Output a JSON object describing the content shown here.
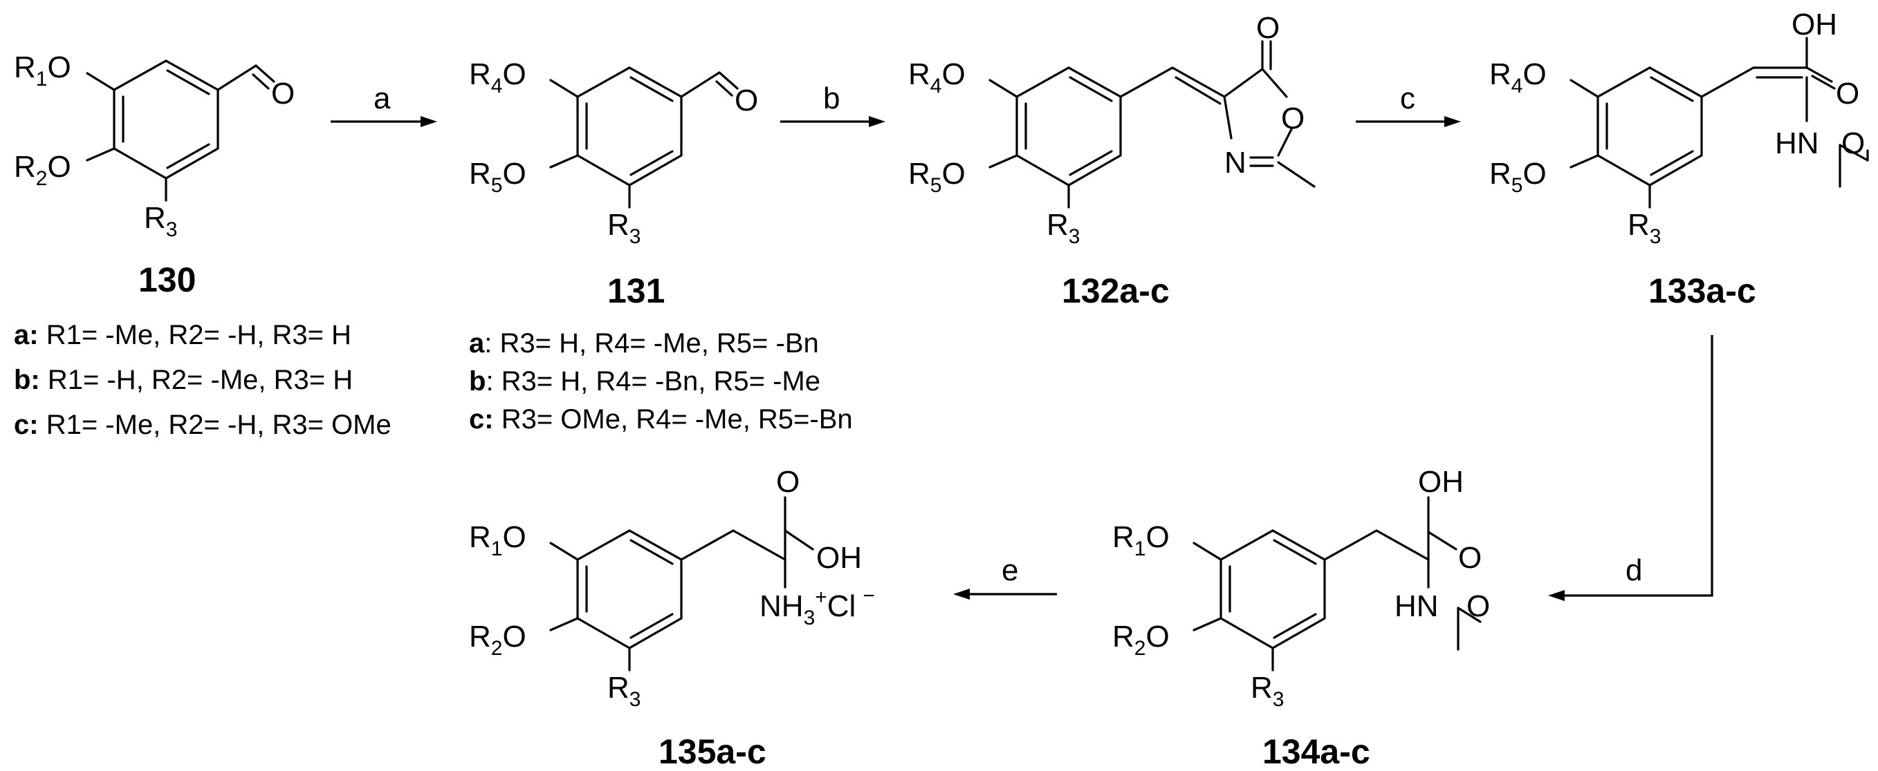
{
  "compounds": {
    "c130": "130",
    "c131": "131",
    "c132": "132a-c",
    "c133": "133a-c",
    "c134": "134a-c",
    "c135": "135a-c"
  },
  "reagents": {
    "a": "a",
    "b": "b",
    "c": "c",
    "d": "d",
    "e": "e"
  },
  "atoms": {
    "O": "O",
    "N": "N",
    "OH": "OH",
    "HN": "HN",
    "R": "R",
    "NH": "NH",
    "Cl": "Cl",
    "plus": "+",
    "minus": "−",
    "s1": "1",
    "s2": "2",
    "s3": "3",
    "s4": "4",
    "s5": "5"
  },
  "substituents_130": [
    {
      "key": "a:",
      "text": " R1= -Me, R2= -H, R3= H"
    },
    {
      "key": "b:",
      "text": " R1= -H, R2= -Me, R3= H"
    },
    {
      "key": "c:",
      "text": "  R1= -Me, R2= -H, R3= OMe"
    }
  ],
  "substituents_131": [
    {
      "key": "a",
      "text": ": R3= H, R4= -Me, R5= -Bn"
    },
    {
      "key": "b",
      "text": ": R3= H, R4= -Bn, R5= -Me"
    },
    {
      "key": "c:",
      "text": " R3= OMe, R4= -Me, R5=-Bn"
    }
  ]
}
